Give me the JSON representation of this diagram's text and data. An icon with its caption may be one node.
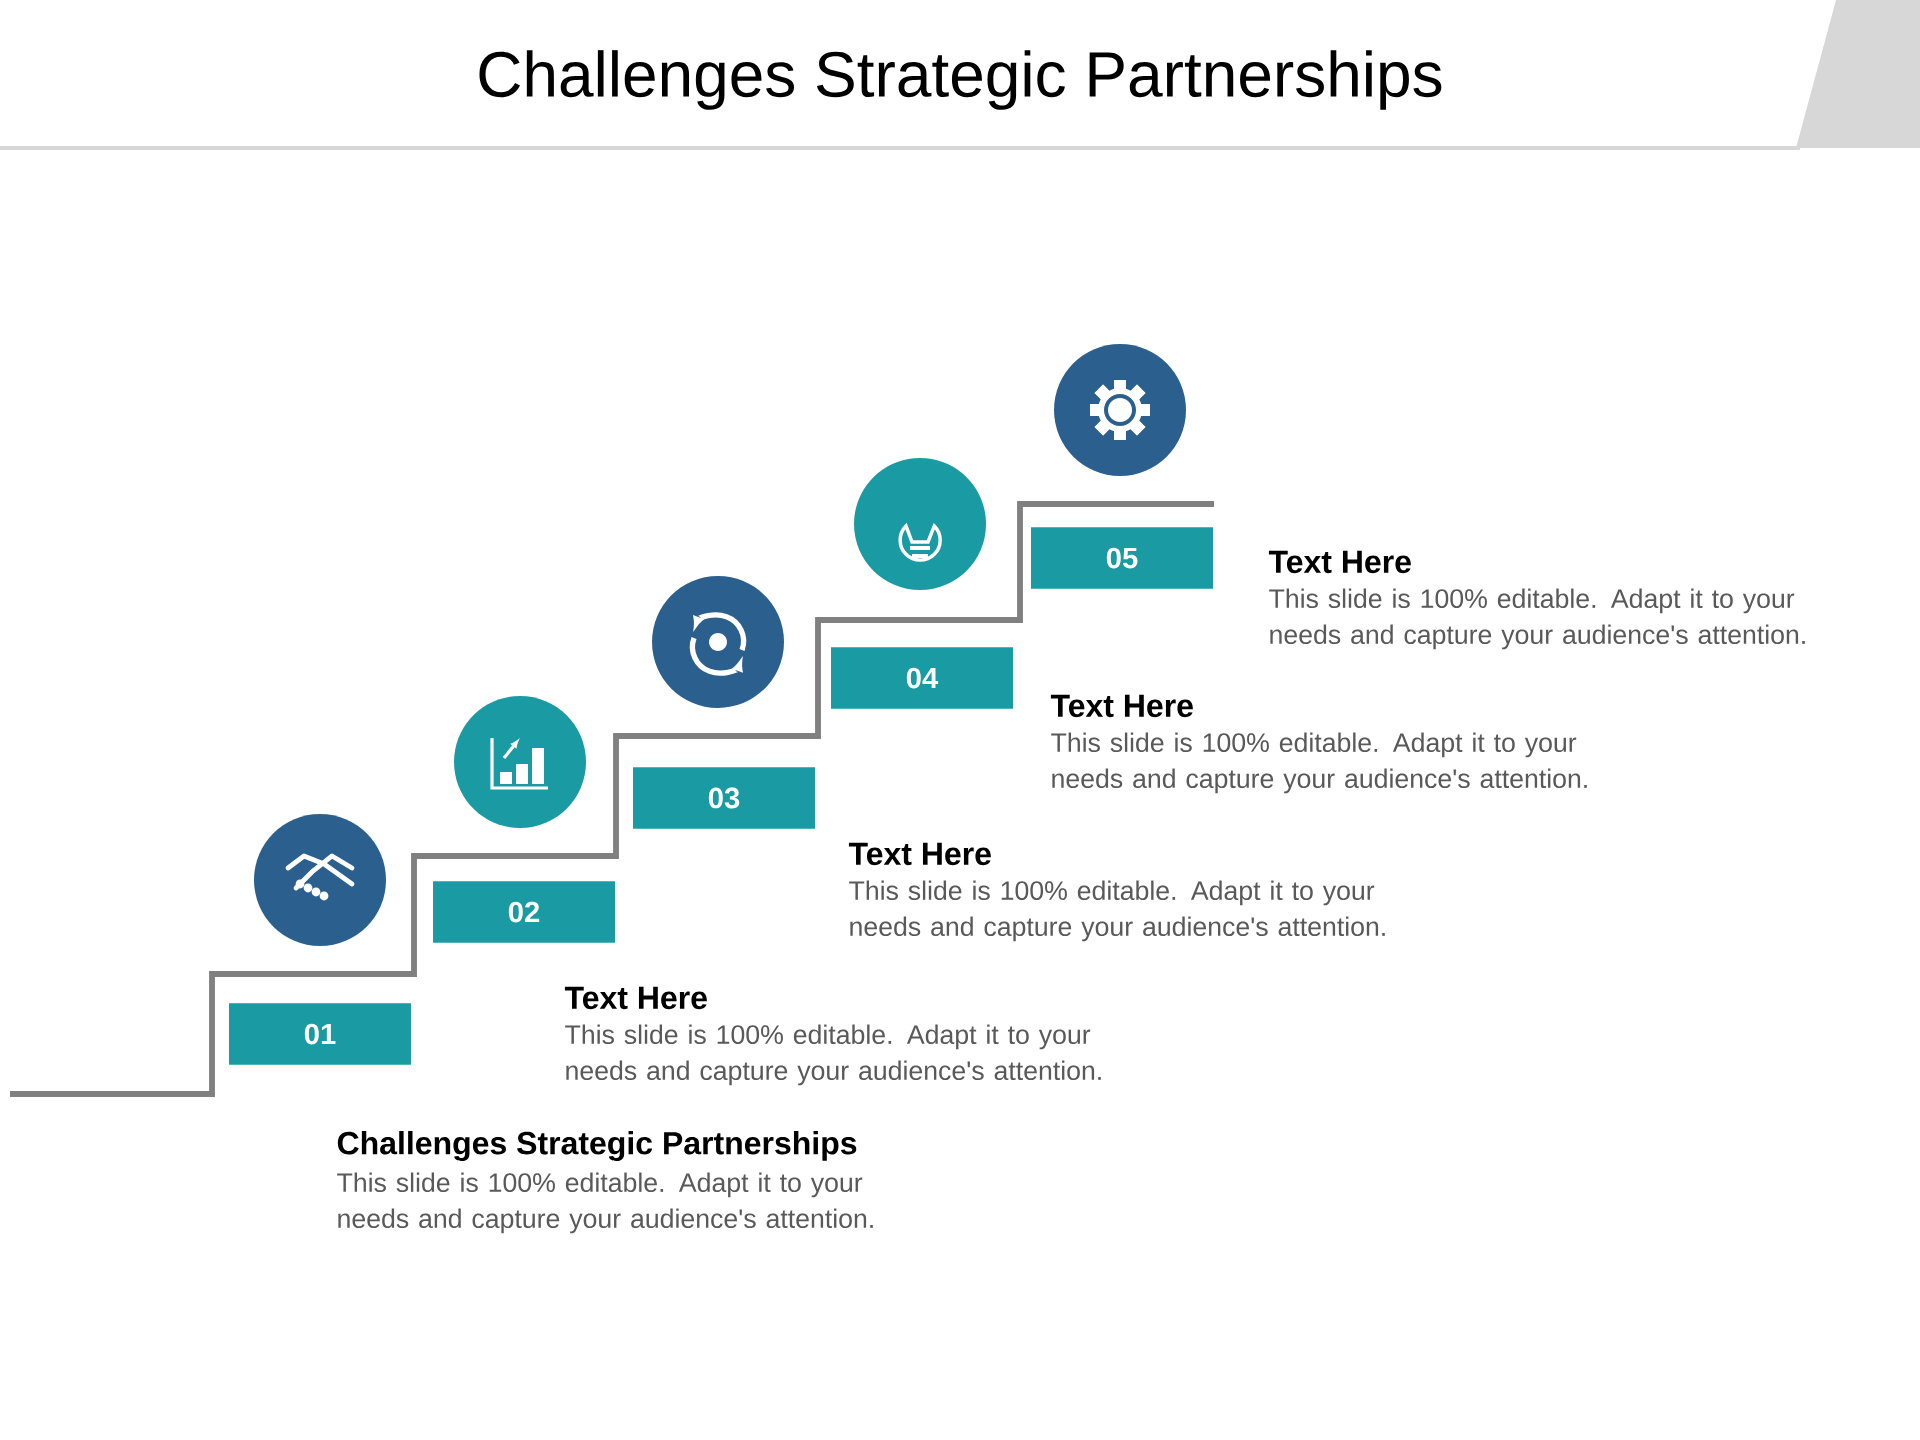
{
  "diagram": {
    "title": "Challenges Strategic Partnerships",
    "nodes": [
      {
        "text": [
          "01"
        ]
      },
      {
        "text": [
          "02"
        ]
      },
      {
        "text": [
          "03"
        ]
      },
      {
        "text": [
          "04"
        ]
      },
      {
        "text": [
          "05"
        ]
      }
    ],
    "labels": [
      "Text Here",
      "This slide is 100% editable. Adapt it to your needs and capture your audience's attention.",
      "Text Here",
      "This slide is 100% editable. Adapt it to your needs and capture your audience's attention.",
      "Text Here",
      "This slide is 100% editable. Adapt it to your needs and capture your audience's attention.",
      "Text Here",
      "This slide is 100% editable. Adapt it to your needs and capture your audience's attention.",
      "Challenges Strategic Partnerships",
      "This slide is 100% editable. Adapt it to your needs and capture your audience's attention."
    ]
  }
}
